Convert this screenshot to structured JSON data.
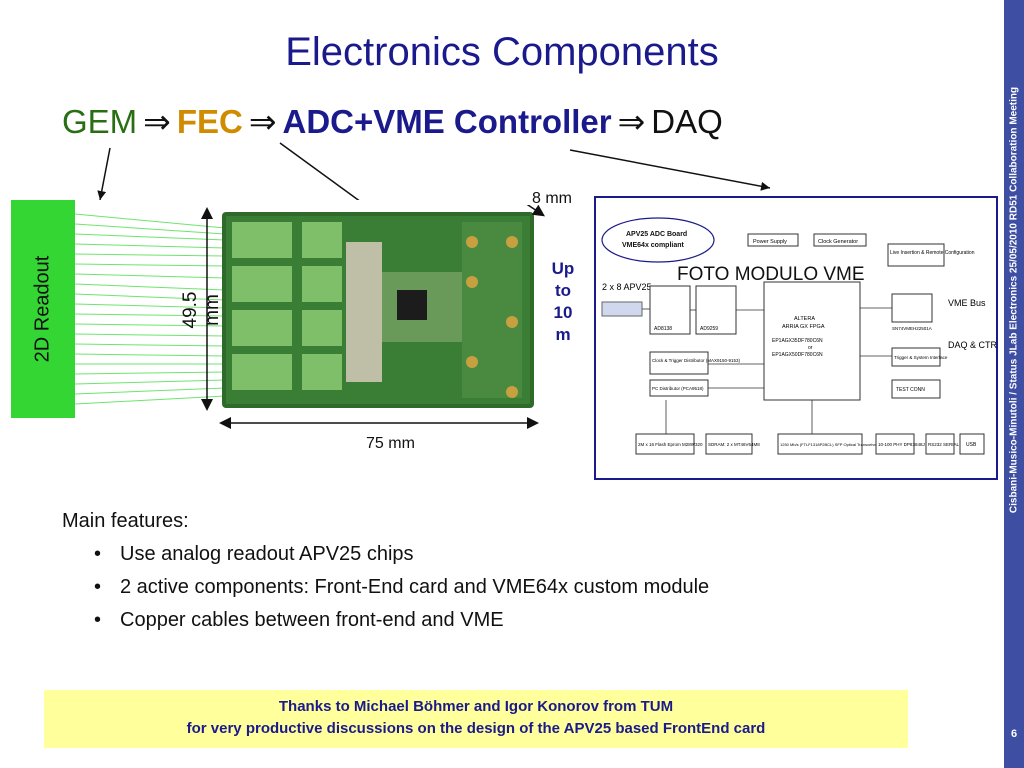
{
  "slide": {
    "title": "Electronics Components",
    "flow": {
      "gem": "GEM",
      "arrow": "⇒",
      "fec": "FEC",
      "adc": "ADC+VME Controller",
      "daq": "DAQ"
    },
    "readout_label": "2D Readout",
    "dimensions": {
      "thickness": "8 mm",
      "width": "75 mm",
      "height": "49.5 mm"
    },
    "cable_note": [
      "Up",
      "to",
      "10",
      "m"
    ],
    "photo_caption": "FOTO MODULO VME",
    "features": {
      "heading": "Main features:",
      "items": [
        "Use analog readout APV25 chips",
        "2 active components: Front-End card and VME64x custom module",
        "Copper cables between front-end and VME"
      ]
    },
    "thanks": {
      "line1": "Thanks to Michael Böhmer and Igor Konorov from TUM",
      "line2": "for very productive discussions on the design of the APV25 based FrontEnd card"
    },
    "sidebar_text": "Cisbani-Musico-Minutoli / Status JLab Electronics      25/05/2010 RD51 Collaboration Meeting",
    "page_number": "6"
  },
  "vme_diagram": {
    "board_title": "APV25 ADC Board",
    "board_subtitle": "VME64x compliant",
    "power": "Power Supply",
    "clock": "Clock Generator",
    "live": "Live Insertion & Remote Configuration",
    "apv_in": "2 x 8 APV25",
    "adc1": "AD8138",
    "adc2": "AD9259",
    "fpga1": "ALTERA",
    "fpga2": "ARRIA GX FPGA",
    "fpga3": "EP1AGX35DF780C6N",
    "fpga4": "or",
    "fpga5": "EP1AGX50DF780C6N",
    "vme_chip": "SN74VMEH22501A",
    "vme_bus": "VME Bus",
    "trig_dist": "Clock & Trigger Distributor (MAX9150-9153)",
    "pc_dist": "PC Distributor (PCA9518)",
    "trig_if": "Trigger & System Interface",
    "daq_ctrl": "DAQ & CTRL",
    "test_conn": "TEST CONN",
    "flash": "2M x 16 Flash Eprom M28W320",
    "sdram": "SDRAM: 2 x MT46V64M8",
    "sfp": "1250 Mb/s (FTLF1318P2BCL) SFP Optical Transceiver",
    "phy": "10-100 PHY DP83848J",
    "rs232": "RS232 SERIAL",
    "usb": "USB"
  }
}
